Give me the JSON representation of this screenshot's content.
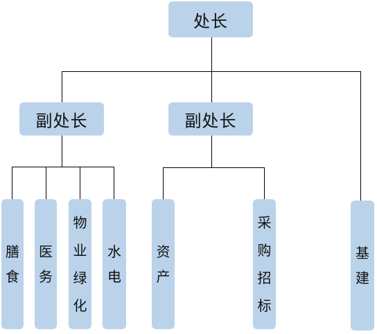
{
  "org_chart": {
    "top": {
      "label": "处长"
    },
    "deputy_left": {
      "label": "副处长"
    },
    "deputy_right": {
      "label": "副处长"
    },
    "units": {
      "meal": "膳食",
      "medical": "医务",
      "property_greening": "物业绿化",
      "water_power": "水电",
      "assets": "资产",
      "procurement_bidding": "采购招标",
      "construction": "基建"
    },
    "colors": {
      "box_fill": "#bad3ea",
      "line": "#000000",
      "text": "#111111"
    }
  }
}
